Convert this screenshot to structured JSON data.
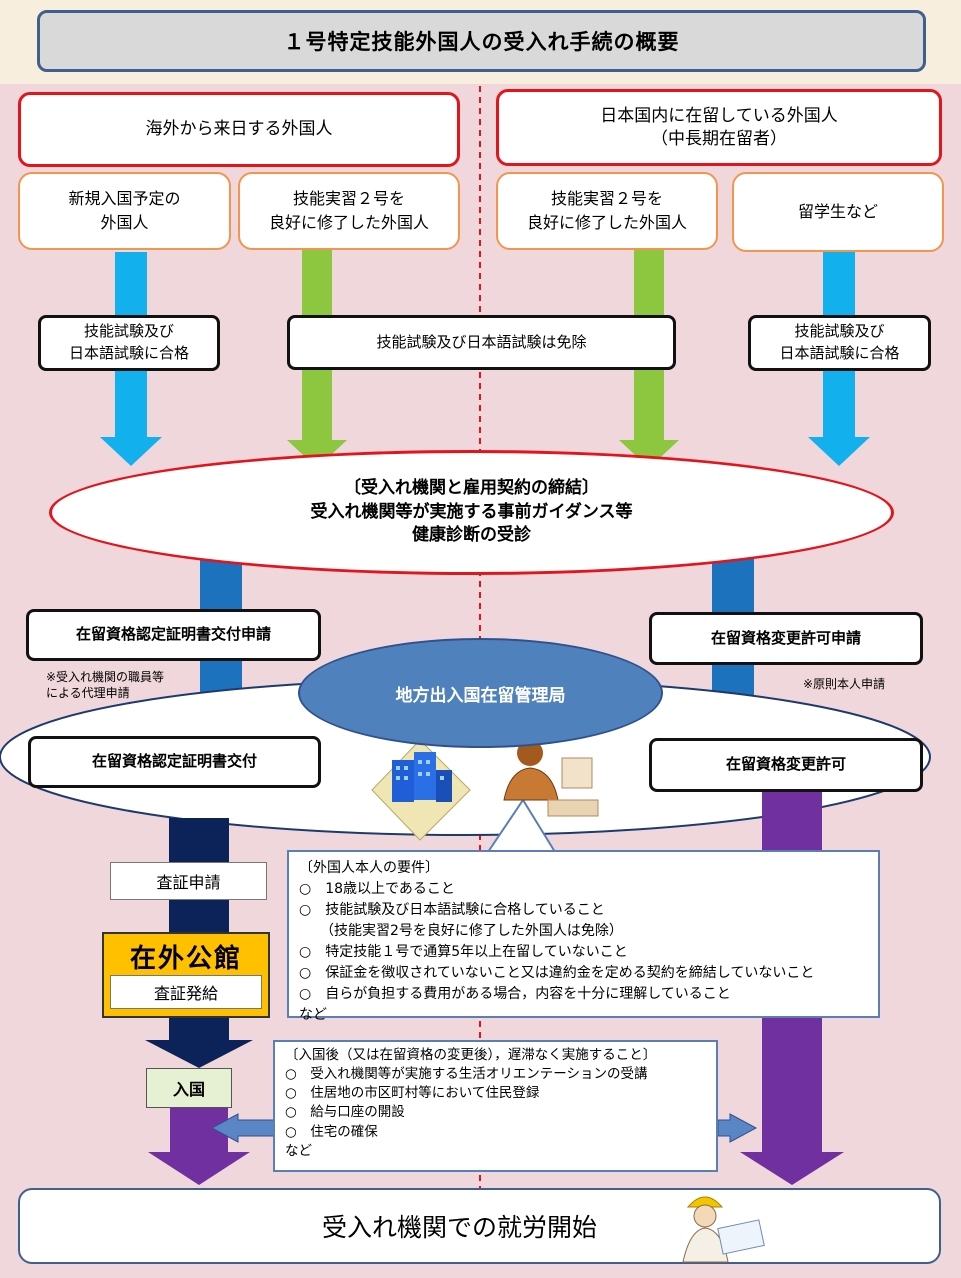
{
  "title": "１号特定技能外国人の受入れ手続の概要",
  "left_group": {
    "header": "海外から来日する外国人",
    "case_a": [
      "新規入国予定の",
      "外国人"
    ],
    "case_b": [
      "技能実習２号を",
      "良好に修了した外国人"
    ]
  },
  "right_group": {
    "header": [
      "日本国内に在留している外国人",
      "（中長期在留者）"
    ],
    "case_c": [
      "技能実習２号を",
      "良好に修了した外国人"
    ],
    "case_d": "留学生など"
  },
  "exams": {
    "left": [
      "技能試験及び",
      "日本語試験に合格"
    ],
    "middle": "技能試験及び日本語試験は免除",
    "right": [
      "技能試験及び",
      "日本語試験に合格"
    ]
  },
  "contract_ellipse": [
    "〔受入れ機関と雇用契約の締結〕",
    "受入れ機関等が実施する事前ガイダンス等",
    "健康診断の受診"
  ],
  "immigration": {
    "bureau": "地方出入国在留管理局",
    "coe_apply": "在留資格認定証明書交付申請",
    "coe_note": [
      "※受入れ機関の職員等",
      "による代理申請"
    ],
    "coe_issue": "在留資格認定証明書交付",
    "change_apply": "在留資格変更許可申請",
    "change_note": "※原則本人申請",
    "change_grant": "在留資格変更許可"
  },
  "visa": {
    "apply": "査証申請",
    "embassy": "在外公館",
    "issue": "査証発給",
    "entry": "入国"
  },
  "requirements": {
    "heading": "〔外国人本人の要件〕",
    "items": [
      "○　18歳以上であること",
      "○　技能試験及び日本語試験に合格していること",
      "　　（技能実習2号を良好に修了した外国人は免除）",
      "○　特定技能１号で通算5年以上在留していないこと",
      "○　保証金を徴収されていないこと又は違約金を定める契約を締結していないこと",
      "○　自らが負担する費用がある場合，内容を十分に理解していること"
    ],
    "etc": "など"
  },
  "after_entry": {
    "heading": "〔入国後（又は在留資格の変更後），遅滞なく実施すること〕",
    "items": [
      "○　受入れ機関等が実施する生活オリエンテーションの受講",
      "○　住居地の市区町村等において住民登録",
      "○　給与口座の開設",
      "○　住宅の確保"
    ],
    "etc": "など"
  },
  "final": "受入れ機関での就労開始",
  "colors": {
    "red": "#e3141b",
    "orange": "#f2954f",
    "sky_blue": "#13b0ee",
    "green": "#8dc63f",
    "blue": "#1d72bd",
    "navy": "#0b2358",
    "purple": "#7030a0",
    "bureau_blue": "#4f81bd"
  },
  "icons": [
    "buildings-illustration",
    "office-worker-illustration",
    "construction-worker-illustration"
  ]
}
